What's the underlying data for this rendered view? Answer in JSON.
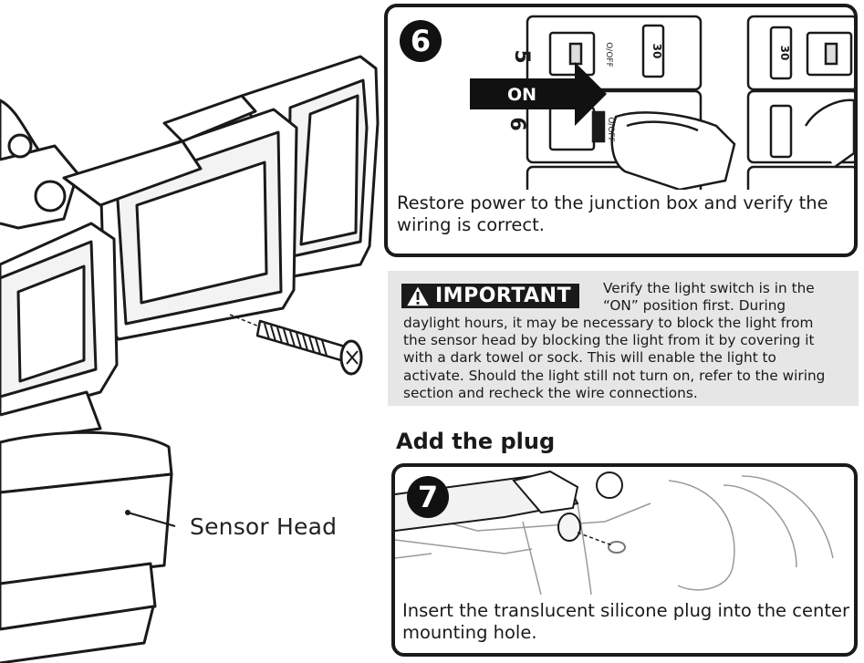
{
  "step6": {
    "number": "6",
    "text": "Restore power to the junction box and verify the wiring is correct.",
    "breaker_rows": [
      "5",
      "6"
    ],
    "arrow_label": "ON",
    "breaker_rating": "30",
    "breaker_toggle": "O/OFF"
  },
  "important": {
    "label": "IMPORTANT",
    "lines": [
      "Verify the light switch is in the",
      "“ON” position first. During",
      "daylight hours, it may be necessary to block the light from",
      "the sensor head by blocking the light from it by covering it",
      "with a dark towel or sock. This will enable the light to",
      "activate. Should the light still not turn on, refer to the wiring",
      "section and recheck the wire connections."
    ]
  },
  "section_heading": "Add the plug",
  "step7": {
    "number": "7",
    "text": "Insert the translucent silicone plug into the center mounting hole."
  },
  "illustration": {
    "sensor_label": "Sensor Head"
  },
  "colors": {
    "ink": "#1a1a1a",
    "panel_gray": "#e6e6e6",
    "line_gray": "#9a9a9a"
  }
}
